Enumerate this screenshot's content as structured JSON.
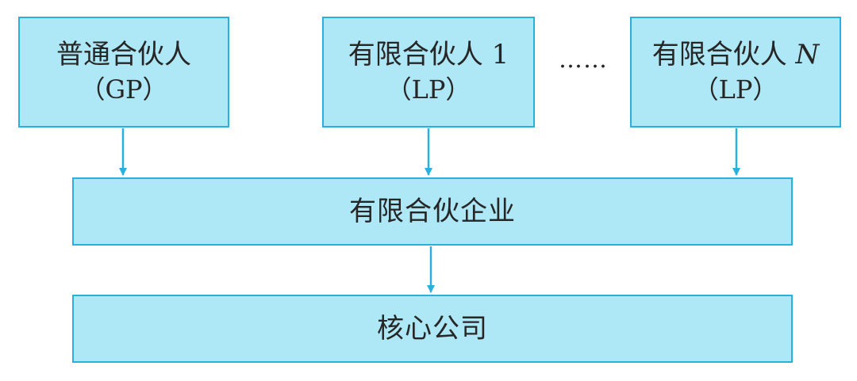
{
  "partners": [
    {
      "name": "普通合伙人",
      "suffix": "",
      "code": "（GP）"
    },
    {
      "name": "有限合伙人",
      "suffix": "1",
      "code": "（LP）"
    },
    {
      "name": "有限合伙人",
      "suffix": "N",
      "code": "（LP）"
    }
  ],
  "ellipsis": "……",
  "partnership": "有限合伙企业",
  "core_company": "核心公司",
  "colors": {
    "box_fill": "#aee7f6",
    "box_border": "#2ab0dc",
    "arrow": "#2ab0dc",
    "text": "#262626"
  }
}
